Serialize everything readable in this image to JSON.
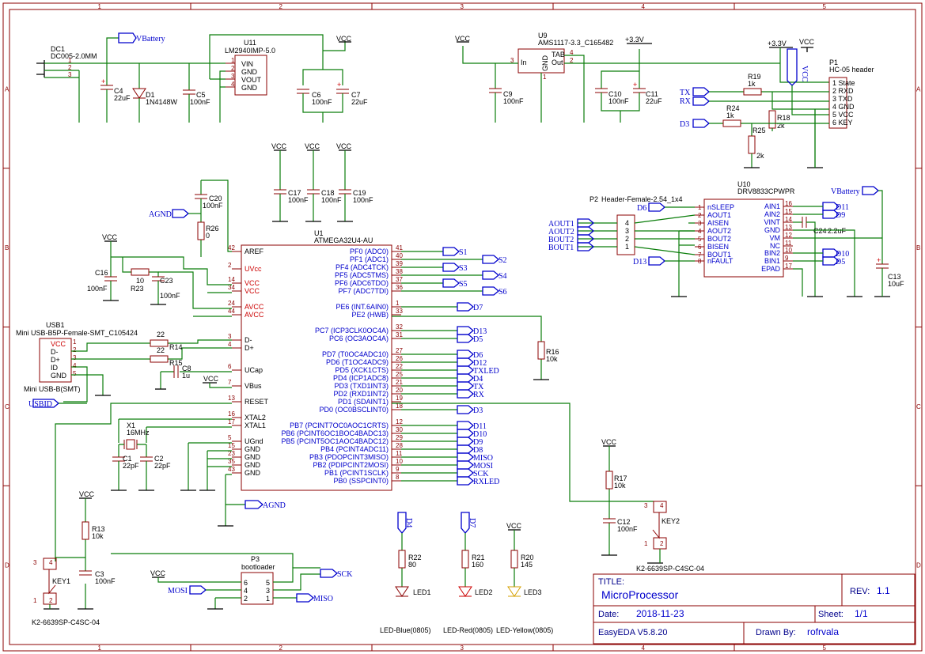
{
  "frame": {
    "cols": [
      "1",
      "2",
      "3",
      "4",
      "5"
    ],
    "rows": [
      "A",
      "B",
      "C",
      "D"
    ]
  },
  "title_block": {
    "title_label": "TITLE:",
    "title": "MicroProcessor",
    "rev_label": "REV:",
    "rev": "1.1",
    "date_label": "Date:",
    "date": "2018-11-23",
    "sheet_label": "Sheet:",
    "sheet": "1/1",
    "tool": "EasyEDA V5.8.20",
    "drawn_label": "Drawn By:",
    "drawn_by": "rofrvala"
  },
  "power": {
    "dc1_ref": "DC1",
    "dc1_val": "DC005-2.0MM",
    "vbattery": "VBattery",
    "u11_ref": "U11",
    "u11_val": "LM2940IMP-5.0",
    "u11_pins": [
      "VIN",
      "GND",
      "VOUT",
      "GND"
    ],
    "u11_nums": [
      "1",
      "2",
      "3",
      "4"
    ],
    "c4": "C4",
    "c4v": "22uF",
    "d1": "D1",
    "d1v": "1N4148W",
    "c5": "C5",
    "c5v": "100nF",
    "c6": "C6",
    "c6v": "100nF",
    "c7": "C7",
    "c7v": "22uF",
    "vcc": "VCC",
    "u9_ref": "U9",
    "u9_val": "AMS1117-3.3_C165482",
    "u9_in": "In",
    "u9_gnd": "GND",
    "u9_tab": "TAB",
    "u9_out": "Out",
    "c9": "C9",
    "c9v": "100nF",
    "c10": "C10",
    "c10v": "100nF",
    "c11": "C11",
    "c11v": "22uF",
    "v33": "+3.3V"
  },
  "hc05": {
    "ref": "P1",
    "val": "HC-05 header",
    "pins": [
      "1 State",
      "2 RXD",
      "3 TXD",
      "4 GND",
      "5 VCC",
      "6 KEY"
    ],
    "r19": "R19",
    "r19v": "1k",
    "r24": "R24",
    "r24v": "1k",
    "r18": "R18",
    "r18v": "2k",
    "r25": "R25",
    "r25v": "2k",
    "tx": "TX",
    "rx": "RX",
    "d3": "D3"
  },
  "driver": {
    "ref": "U10",
    "val": "DRV8833CPWPR",
    "left_pins": [
      "nSLEEP",
      "AOUT1",
      "AISEN",
      "AOUT2",
      "BOUT2",
      "BISEN",
      "BOUT1",
      "nFAULT"
    ],
    "left_nums": [
      "1",
      "2",
      "3",
      "4",
      "5",
      "6",
      "7",
      "8"
    ],
    "right_pins": [
      "AIN1",
      "AIN2",
      "VINT",
      "GND",
      "VM",
      "NC",
      "BIN2",
      "BIN1",
      "EPAD"
    ],
    "right_nums": [
      "16",
      "15",
      "14",
      "13",
      "12",
      "11",
      "10",
      "9",
      "17"
    ],
    "p2_ref": "P2",
    "p2_val": "Header-Female-2.54_1x4",
    "p2_nums": [
      "4",
      "3",
      "2",
      "1"
    ],
    "aout": [
      "AOUT1",
      "AOUT2",
      "BOUT2",
      "BOUT1"
    ],
    "d6": "D6",
    "d13": "D13",
    "d11": "D11",
    "d9": "D9",
    "d10": "D10",
    "d5": "D5",
    "c24": "C24",
    "c24v": "2.2uF",
    "c13": "C13",
    "c13v": "10uF"
  },
  "mcu": {
    "ref": "U1",
    "val": "ATMEGA32U4-AU",
    "left": [
      {
        "n": "42",
        "l": "AREF",
        "red": false
      },
      {
        "n": "2",
        "l": "UVcc",
        "red": true
      },
      {
        "n": "14",
        "l": "VCC",
        "red": true
      },
      {
        "n": "34",
        "l": "VCC",
        "red": true
      },
      {
        "n": "24",
        "l": "AVCC",
        "red": true
      },
      {
        "n": "44",
        "l": "AVCC",
        "red": true
      },
      {
        "n": "3",
        "l": "D-",
        "red": false
      },
      {
        "n": "4",
        "l": "D+",
        "red": false
      },
      {
        "n": "6",
        "l": "UCap",
        "red": false
      },
      {
        "n": "7",
        "l": "VBus",
        "red": false
      },
      {
        "n": "13",
        "l": "RESET",
        "red": false
      },
      {
        "n": "16",
        "l": "XTAL2",
        "red": false
      },
      {
        "n": "17",
        "l": "XTAL1",
        "red": false
      },
      {
        "n": "5",
        "l": "UGnd",
        "red": false
      },
      {
        "n": "15",
        "l": "GND",
        "red": false
      },
      {
        "n": "23",
        "l": "GND",
        "red": false
      },
      {
        "n": "35",
        "l": "GND",
        "red": false
      },
      {
        "n": "43",
        "l": "GND",
        "red": false
      }
    ],
    "right": [
      {
        "n": "41",
        "l": "PF0 (ADC0)",
        "net": "S1"
      },
      {
        "n": "40",
        "l": "PF1 (ADC1)",
        "net": "S2"
      },
      {
        "n": "39",
        "l": "PF4 (ADC4TCK)",
        "net": "S3"
      },
      {
        "n": "38",
        "l": "PF5 (ADC5TMS)",
        "net": "S4"
      },
      {
        "n": "37",
        "l": "PF6 (ADC6TDO)",
        "net": "S5"
      },
      {
        "n": "36",
        "l": "PF7 (ADC7TDI)",
        "net": "S6"
      },
      {
        "n": "1",
        "l": "PE6 (INT.6AIN0)",
        "net": "D7"
      },
      {
        "n": "33",
        "l": "PE2 (HWB)",
        "net": ""
      },
      {
        "n": "32",
        "l": "PC7 (ICP3CLK0OC4A)",
        "net": "D13"
      },
      {
        "n": "31",
        "l": "PC6 (OC3AOC4A)",
        "net": "D5"
      },
      {
        "n": "27",
        "l": "PD7 (T0OC4ADC10)",
        "net": "D6"
      },
      {
        "n": "26",
        "l": "PD6 (T1OC4ADC9)",
        "net": "D12"
      },
      {
        "n": "22",
        "l": "PD5 (XCK1CTS)",
        "net": "TXLED"
      },
      {
        "n": "25",
        "l": "PD4 (ICP1ADC8)",
        "net": "D4"
      },
      {
        "n": "21",
        "l": "PD3 (TXD1INT3)",
        "net": "TX"
      },
      {
        "n": "20",
        "l": "PD2 (RXD1INT2)",
        "net": "RX"
      },
      {
        "n": "19",
        "l": "PD1 (SDAINT1)",
        "net": ""
      },
      {
        "n": "18",
        "l": "PD0 (OC0BSCLINT0)",
        "net": "D3"
      },
      {
        "n": "12",
        "l": "PB7 (PCINT7OC0AOC1CRTS)",
        "net": "D11"
      },
      {
        "n": "30",
        "l": "PB6 (PCINT6OC1BOC4BADC13)",
        "net": "D10"
      },
      {
        "n": "29",
        "l": "PB5 (PCINT5OC1AOC4BADC12)",
        "net": "D9"
      },
      {
        "n": "28",
        "l": "PB4 (PCINT4ADC11)",
        "net": "D8"
      },
      {
        "n": "11",
        "l": "PB3 (PDOPCINT3MISO)",
        "net": "MISO"
      },
      {
        "n": "10",
        "l": "PB2 (PDIPCINT2MOSI)",
        "net": "MOSI"
      },
      {
        "n": "9",
        "l": "PB1 (PCINT1SCLK)",
        "net": "SCK"
      },
      {
        "n": "8",
        "l": "PB0 (SSPCINT0)",
        "net": "RXLED"
      }
    ]
  },
  "misc": {
    "c20": "C20",
    "c20v": "100nF",
    "r26": "R26",
    "r26v": "0",
    "agnd": "AGND",
    "c17": "C17",
    "c17v": "100nF",
    "c18": "C18",
    "c18v": "100nF",
    "c19": "C19",
    "c19v": "100nF",
    "c16": "C16",
    "c16v": "100nF",
    "r23": "R23",
    "r23v": "10",
    "c23": "C23",
    "c23v": "100nF",
    "usb_ref": "USB1",
    "usb_val": "Mini USB-B5P-Female-SMT_C105424",
    "usb_name": "Mini USB-B(SMT)",
    "usb_pins": [
      "VCC",
      "D-",
      "D+",
      "ID",
      "GND"
    ],
    "usb_nums": [
      "1",
      "2",
      "3",
      "4",
      "5"
    ],
    "r14": "R14",
    "r14v": "22",
    "r15": "R15",
    "r15v": "22",
    "c8": "C8",
    "c8v": "1u",
    "usbid": "USBID",
    "x1": "X1",
    "x1v": "16MHz",
    "c1": "C1",
    "c1v": "22pF",
    "c2": "C2",
    "c2v": "22pF",
    "r13": "R13",
    "r13v": "10k",
    "c3": "C3",
    "c3v": "100nF",
    "key1": "KEY1",
    "key_val": "K2-6639SP-C4SC-04",
    "key2": "KEY2",
    "p3": "P3",
    "p3v": "bootloader",
    "p3_nums": [
      "6",
      "4",
      "2",
      "5",
      "3",
      "1"
    ],
    "mosi": "MOSI",
    "sck": "SCK",
    "miso": "MISO",
    "r16": "R16",
    "r16v": "10k",
    "r17": "R17",
    "r17v": "10k",
    "c12": "C12",
    "c12v": "100nF",
    "d4": "D4",
    "d7": "D7",
    "r22": "R22",
    "r22v": "80",
    "r21": "R21",
    "r21v": "160",
    "r20": "R20",
    "r20v": "145",
    "led1": "LED1",
    "led2": "LED2",
    "led3": "LED3",
    "led1n": "LED-Blue(0805)",
    "led2n": "LED-Red(0805)",
    "led3n": "LED-Yellow(0805)"
  }
}
